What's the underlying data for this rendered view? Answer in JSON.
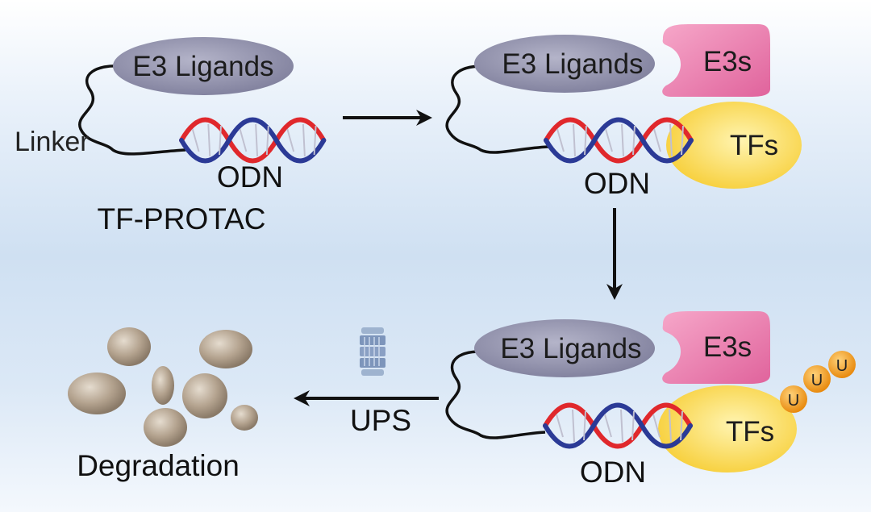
{
  "stage1": {
    "ligand_label": "E3 Ligands",
    "linker_label": "Linker",
    "odn_label": "ODN",
    "name_label": "TF-PROTAC"
  },
  "stage2": {
    "ligand_label": "E3 Ligands",
    "e3_label": "E3s",
    "tf_label": "TFs",
    "odn_label": "ODN"
  },
  "stage3": {
    "ligand_label": "E3 Ligands",
    "e3_label": "E3s",
    "tf_label": "TFs",
    "odn_label": "ODN",
    "ub_labels": [
      "U",
      "U",
      "U"
    ]
  },
  "stage4": {
    "ups_label": "UPS",
    "degradation_label": "Degradation"
  },
  "colors": {
    "ligand": "#8e8ea8",
    "e3": "#ea7fb0",
    "tf": "#fbd857",
    "dna_strand_a": "#e0282c",
    "dna_strand_b": "#2b3a96",
    "ubiquitin": "#f5a428",
    "blob": "#b3a28e"
  }
}
